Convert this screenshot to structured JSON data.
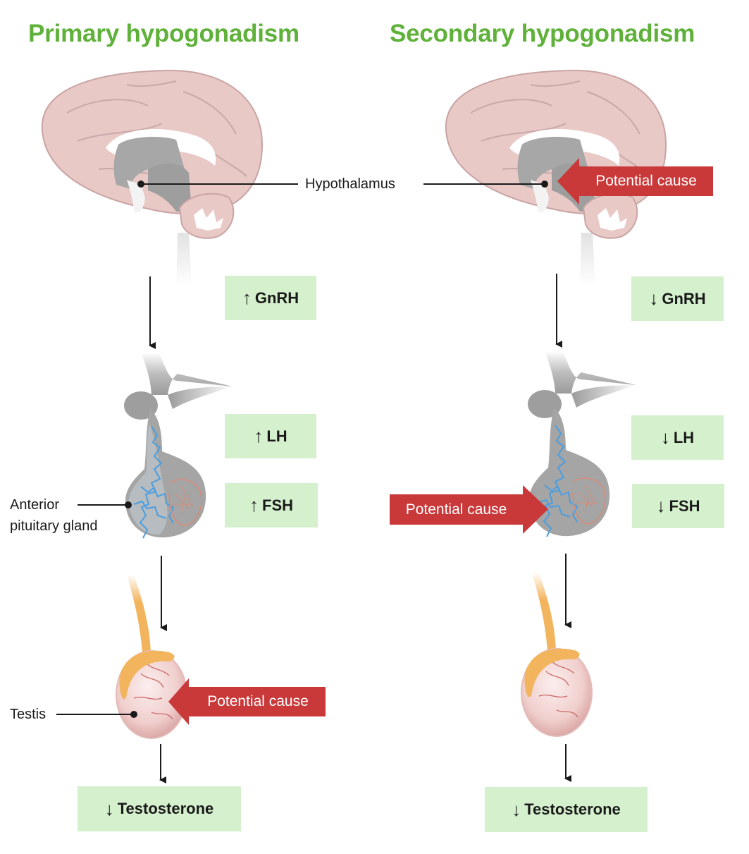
{
  "titles": {
    "left": "Primary hypogonadism",
    "right": "Secondary hypogonadism"
  },
  "labels": {
    "hypothalamus": "Hypothalamus",
    "anterior_pituitary_line1": "Anterior",
    "anterior_pituitary_line2": "pituitary gland",
    "testis": "Testis"
  },
  "primary": {
    "gnrh": {
      "arrow": "↑",
      "text": "GnRH"
    },
    "lh": {
      "arrow": "↑",
      "text": "LH"
    },
    "fsh": {
      "arrow": "↑",
      "text": "FSH"
    },
    "testosterone": {
      "arrow": "↓",
      "text": "Testosterone"
    },
    "potential_cause": "Potential cause"
  },
  "secondary": {
    "gnrh": {
      "arrow": "↓",
      "text": "GnRH"
    },
    "lh": {
      "arrow": "↓",
      "text": "LH"
    },
    "fsh": {
      "arrow": "↓",
      "text": "FSH"
    },
    "testosterone": {
      "arrow": "↓",
      "text": "Testosterone"
    },
    "potential_cause_hypothalamus": "Potential cause",
    "potential_cause_pituitary": "Potential cause"
  },
  "colors": {
    "title_green": "#5fb13a",
    "box_green": "#d5f0cd",
    "cause_red": "#c9393a",
    "brain_pink": "#e9c9c6",
    "pituitary_grey": "#9b9b9b",
    "vessel_blue": "#4a9ee0",
    "epididymis_orange": "#f3b45e"
  }
}
